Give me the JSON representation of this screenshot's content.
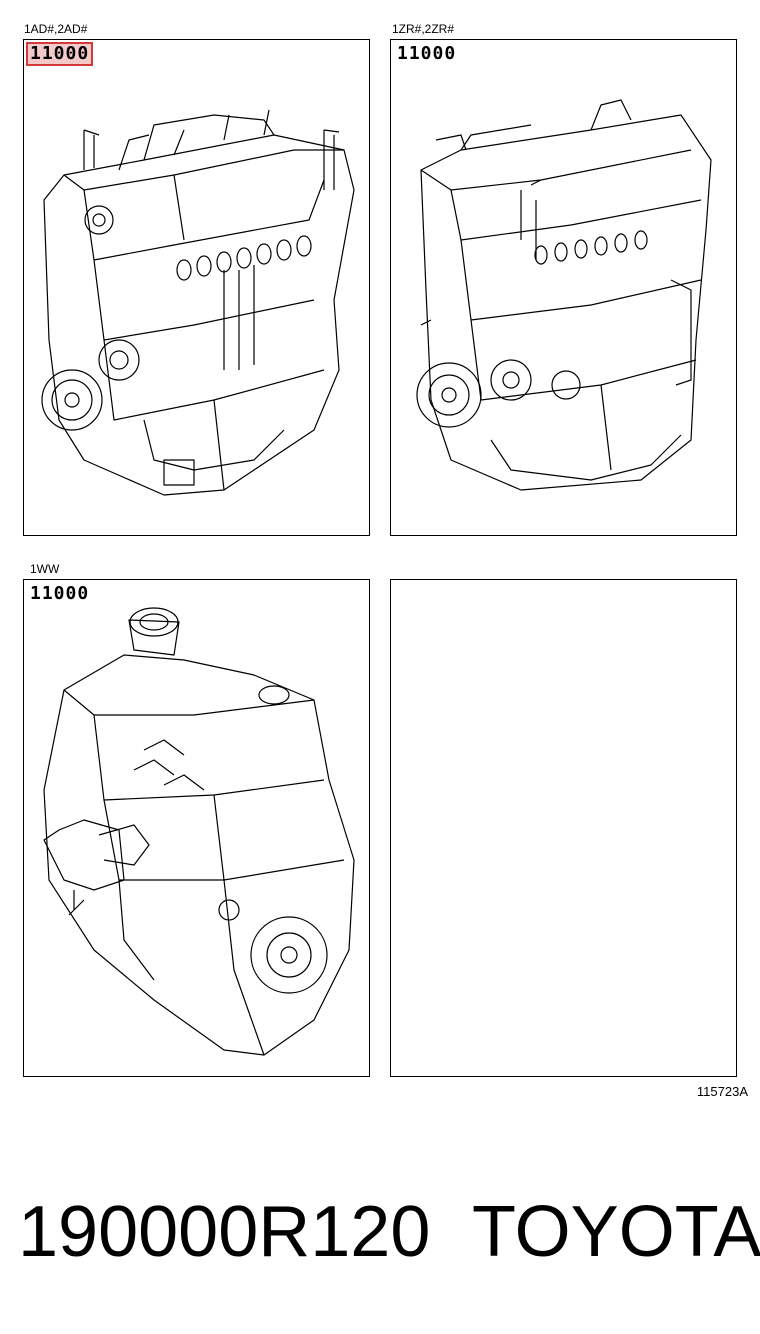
{
  "panels": [
    {
      "caption": "1AD#,2AD#",
      "callout": "11000",
      "highlighted": true
    },
    {
      "caption": "1ZR#,2ZR#",
      "callout": "11000",
      "highlighted": false
    },
    {
      "caption": "1WW",
      "callout": "11000",
      "highlighted": false
    },
    {
      "caption": "",
      "callout": "",
      "highlighted": false
    }
  ],
  "figure_ref": "115723A",
  "footer": {
    "part_number": "190000R120",
    "brand": "TOYOTA"
  },
  "colors": {
    "highlight_fill": "#f4c9c9",
    "highlight_border": "#d23a3a"
  }
}
